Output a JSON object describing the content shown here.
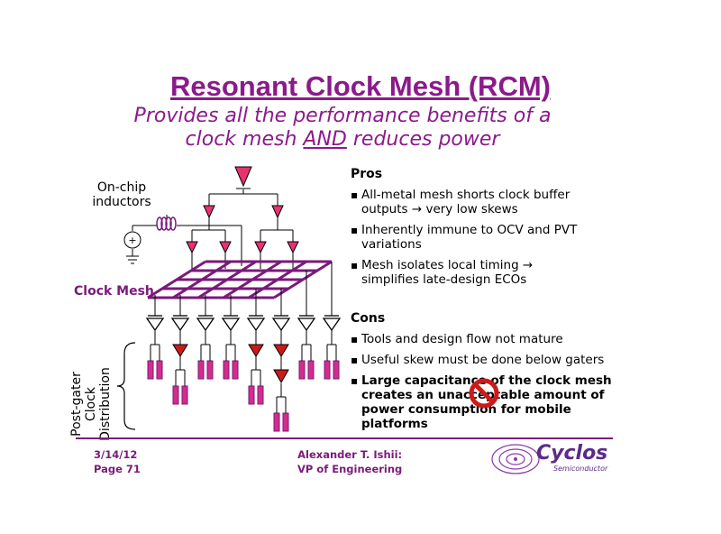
{
  "title": "Resonant Clock Mesh (RCM)",
  "subtitle": {
    "line1": "Provides all the performance benefits of a",
    "line2_before": "clock mesh ",
    "line2_underlined": "AND",
    "line2_after": " reduces power"
  },
  "diagram": {
    "inductors_label_line1": "On-chip",
    "inductors_label_line2": "inductors",
    "mesh_label": "Clock Mesh",
    "distribution_label_line1": "Post-gater Clock",
    "distribution_label_line2": "Distribution",
    "source_symbol": "+",
    "colors": {
      "mesh": "#7a1a7a",
      "buffer_fill": "#e8336d",
      "gater_fill": "#cc1a1a",
      "sink_fill": "#d42c8c"
    }
  },
  "pros": {
    "heading": "Pros",
    "items": [
      "All-metal mesh shorts clock buffer outputs → very low skews",
      "Inherently immune to OCV and PVT variations",
      "Mesh isolates local timing → simplifies late-design ECOs"
    ]
  },
  "cons": {
    "heading": "Cons",
    "items": [
      "Tools and design flow not mature",
      "Useful skew must be done below gaters",
      "Large capacitance of the clock mesh creates an unacceptable amount of power consumption for mobile platforms"
    ]
  },
  "footer": {
    "date": "3/14/12",
    "page": "Page 71",
    "author": "Alexander T. Ishii:",
    "role": "VP of Engineering",
    "logo_text": "Cyclos",
    "logo_sub": "Semiconductor"
  }
}
